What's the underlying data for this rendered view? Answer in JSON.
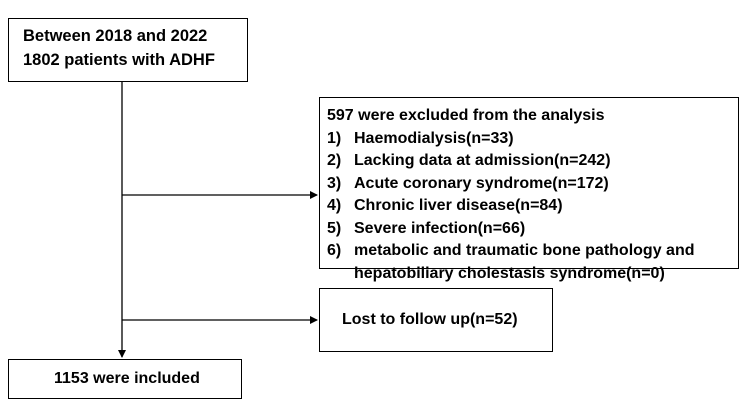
{
  "start_box": {
    "line1": "Between 2018 and 2022",
    "line2": "1802 patients with ADHF"
  },
  "exclusion_box": {
    "title": "597 were excluded from the analysis",
    "items": [
      {
        "num": "1)",
        "text": "Haemodialysis(n=33)"
      },
      {
        "num": "2)",
        "text": "Lacking data at admission(n=242)"
      },
      {
        "num": "3)",
        "text": "Acute coronary syndrome(n=172)"
      },
      {
        "num": "4)",
        "text": "Chronic liver disease(n=84)"
      },
      {
        "num": "5)",
        "text": "Severe infection(n=66)"
      },
      {
        "num": "6)",
        "text": "metabolic and traumatic bone pathology and",
        "text2": "hepatobiliary cholestasis syndrome(n=0)"
      }
    ]
  },
  "lost_box": {
    "text": "Lost to follow up(n=52)"
  },
  "final_box": {
    "text": "1153 were included"
  }
}
